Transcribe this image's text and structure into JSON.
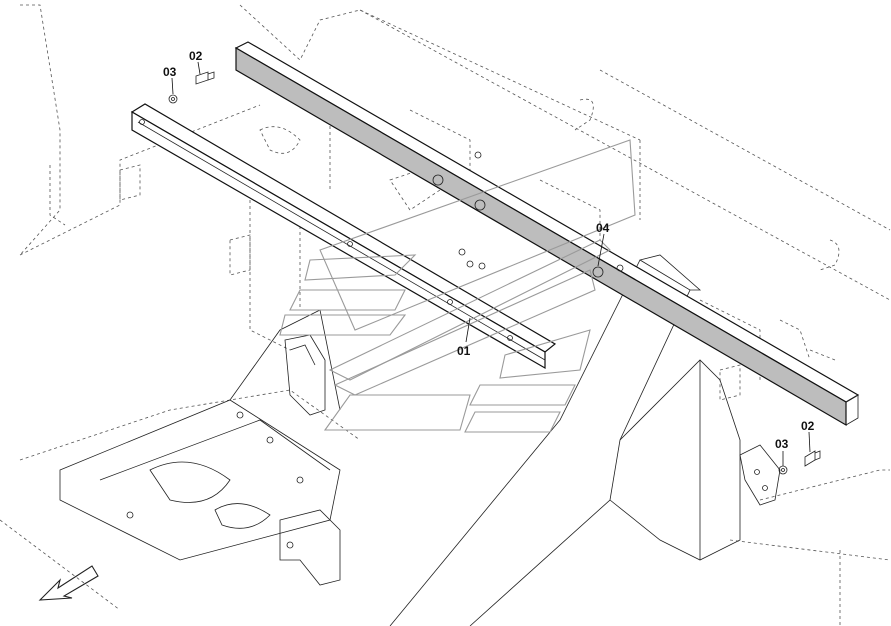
{
  "diagram": {
    "callouts": {
      "part_01": "01",
      "part_02_top": "02",
      "part_03_top": "03",
      "part_04": "04",
      "part_02_right": "02",
      "part_03_right": "03"
    },
    "direction_arrow_icon": "front-direction-arrow-icon",
    "watermark_icon": "brand-watermark-icon"
  }
}
